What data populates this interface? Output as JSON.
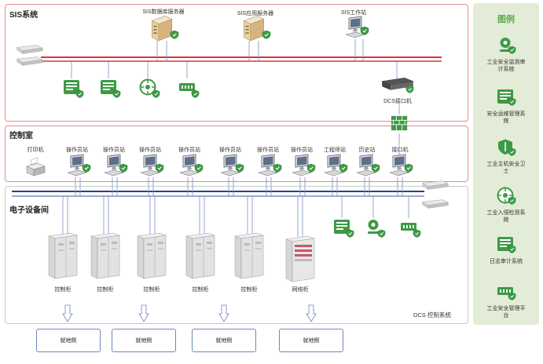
{
  "zones": {
    "sis": "SIS系统",
    "control_room": "控制室",
    "electronic_room": "电子设备间",
    "dcs": "DCS 控制系统"
  },
  "sis_nodes": {
    "db_server": "SIS数据库服务器",
    "app_server": "SIS应用服务器",
    "workstation": "SIS工作站",
    "dcs_interface": "DCS接口机"
  },
  "control_room_nodes": [
    "打印机",
    "操作员站",
    "操作员站",
    "操作员站",
    "操作员站",
    "操作员站",
    "操作员站",
    "操作员站",
    "工程师站",
    "历史站",
    "接口机"
  ],
  "cabinets": [
    "控制柜",
    "控制柜",
    "控制柜",
    "控制柜",
    "控制柜",
    "网络柜"
  ],
  "ground_boxes": [
    "就地侧",
    "就地侧",
    "就地侧",
    "就地侧"
  ],
  "legend": {
    "title": "图例",
    "items": [
      {
        "icon": "audit-system-icon",
        "text": "工业安全监测审计系统"
      },
      {
        "icon": "ops-management-icon",
        "text": "安全运维管理系统"
      },
      {
        "icon": "host-guard-icon",
        "text": "工业主机安全卫士"
      },
      {
        "icon": "intrusion-detection-icon",
        "text": "工业入侵检测系统"
      },
      {
        "icon": "log-audit-icon",
        "text": "日志审计系统"
      },
      {
        "icon": "security-platform-icon",
        "text": "工业安全管理平台"
      }
    ]
  },
  "colors": {
    "sis_border": "#e48b8b",
    "control_border": "#e48b8b",
    "electronic_border": "#c9c9c9",
    "red_bus": "#d6333a",
    "blue_bus": "#2b3f8c",
    "security_green": "#3d9a45",
    "legend_bg": "#e3ecd6",
    "legend_title": "#5ea84a"
  }
}
